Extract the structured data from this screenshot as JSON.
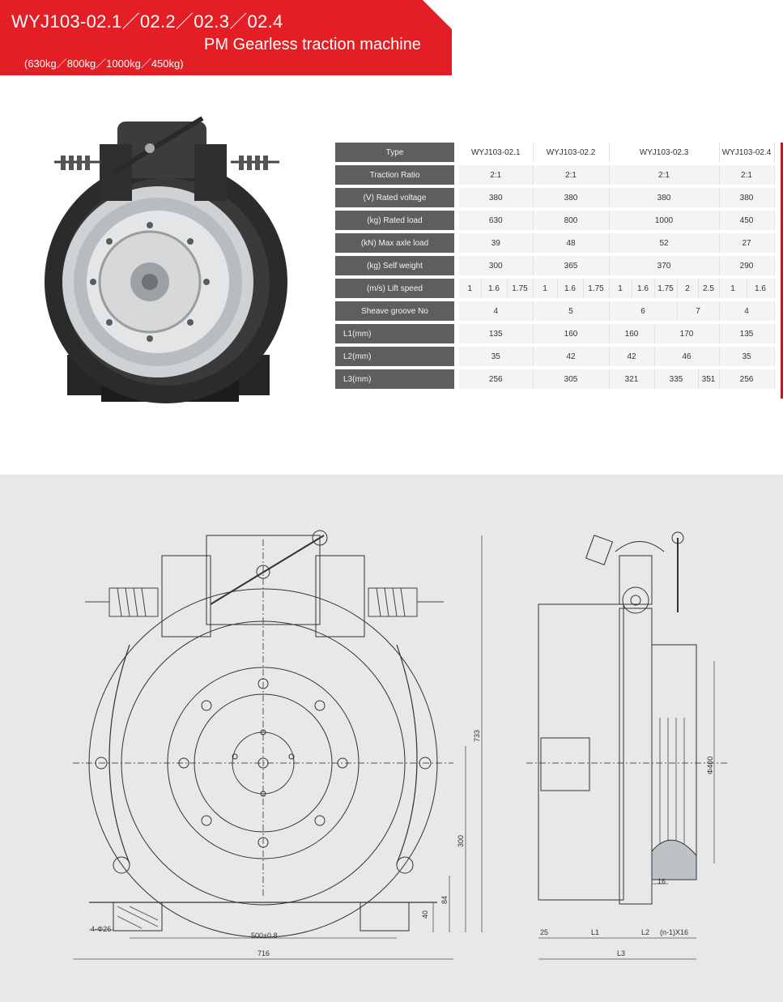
{
  "banner": {
    "title": "WYJ103-02.1／02.2／02.3／02.4",
    "subtitle": "PM Gearless traction machine",
    "capacity": "(630kg／800kg／1000kg／450kg)",
    "color": "#e31e24"
  },
  "spec": {
    "type_label": "Type",
    "models": [
      "WYJ103-02.1",
      "WYJ103-02.2",
      "WYJ103-02.3",
      "WYJ103-02.4"
    ],
    "traction_ratio": {
      "label": "Traction Ratio",
      "values": [
        "2:1",
        "2:1",
        "2:1",
        "2:1"
      ]
    },
    "rated_voltage": {
      "unit": "(V)",
      "label": "Rated voltage",
      "values": [
        "380",
        "380",
        "380",
        "380"
      ]
    },
    "rated_load": {
      "unit": "(kg)",
      "label": "Rated load",
      "values": [
        "630",
        "800",
        "1000",
        "450"
      ]
    },
    "max_axle_load": {
      "unit": "(kN)",
      "label": "Max axle load",
      "values": [
        "39",
        "48",
        "52",
        "27"
      ]
    },
    "self_weight": {
      "unit": "(kg)",
      "label": "Self weight",
      "values": [
        "300",
        "365",
        "370",
        "290"
      ]
    },
    "lift_speed": {
      "unit": "(m/s)",
      "label": "Lift speed",
      "values": [
        "1",
        "1.6",
        "1.75",
        "1",
        "1.6",
        "1.75",
        "1",
        "1.6",
        "1.75",
        "2",
        "2.5",
        "1",
        "1.6"
      ]
    },
    "sheave_groove": {
      "label": "Sheave groove No",
      "values": [
        "4",
        "5",
        "6",
        "7",
        "4"
      ]
    },
    "l1": {
      "label": "L1(mm)",
      "values": [
        "135",
        "160",
        "160",
        "170",
        "135"
      ]
    },
    "l2": {
      "label": "L2(mm)",
      "values": [
        "35",
        "42",
        "42",
        "46",
        "35"
      ]
    },
    "l3": {
      "label": "L3(mm)",
      "values": [
        "256",
        "305",
        "321",
        "335",
        "351",
        "256"
      ]
    }
  },
  "drawing": {
    "dims": {
      "d733": "733",
      "d300": "300",
      "d84": "84",
      "d40": "40",
      "holes": "4-Φ26",
      "d500": "500±0.8",
      "d716": "716",
      "phi400": "Φ400",
      "d16": "16",
      "d25": "25",
      "l1": "L1",
      "l2": "L2",
      "groove": "(n-1)X16",
      "l3": "L3"
    }
  }
}
